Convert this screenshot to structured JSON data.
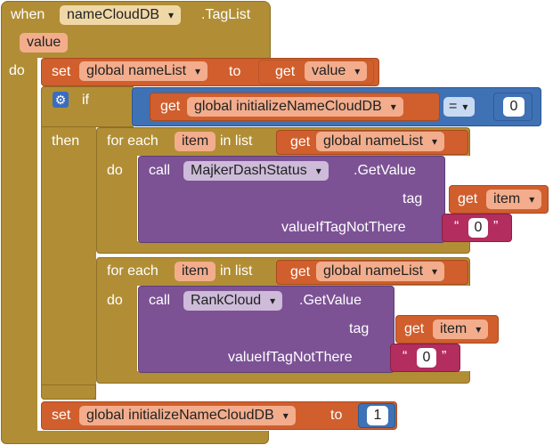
{
  "event": {
    "when": "when",
    "component": "nameCloudDB",
    "event_name": ".TagList",
    "param": "value",
    "do": "do"
  },
  "set1": {
    "set": "set",
    "var": "global nameList",
    "to": "to",
    "get": "get",
    "arg": "value"
  },
  "if_block": {
    "if": "if",
    "then": "then"
  },
  "cond": {
    "get": "get",
    "var": "global initializeNameCloudDB",
    "op": "=",
    "num": "0"
  },
  "foreach1": {
    "for_each": "for each",
    "item": "item",
    "in_list": "in list",
    "get": "get",
    "var": "global nameList",
    "do": "do"
  },
  "call1": {
    "call": "call",
    "component": "MajkerDashStatus",
    "method": ".GetValue",
    "tag": "tag",
    "get": "get",
    "item": "item",
    "value_if": "valueIfTagNotThere",
    "open_q": "“",
    "close_q": "”",
    "text": "0"
  },
  "foreach2": {
    "for_each": "for each",
    "item": "item",
    "in_list": "in list",
    "get": "get",
    "var": "global nameList",
    "do": "do"
  },
  "call2": {
    "call": "call",
    "component": "RankCloud",
    "method": ".GetValue",
    "tag": "tag",
    "get": "get",
    "item": "item",
    "value_if": "valueIfTagNotThere",
    "open_q": "“",
    "close_q": "”",
    "text": "0"
  },
  "set2": {
    "set": "set",
    "var": "global initializeNameCloudDB",
    "to": "to",
    "num": "1"
  },
  "colors": {
    "event": "#b18e35",
    "variable": "#d05f2d",
    "procedure": "#7c5295",
    "math": "#3f71b5",
    "text": "#b32d5e"
  }
}
